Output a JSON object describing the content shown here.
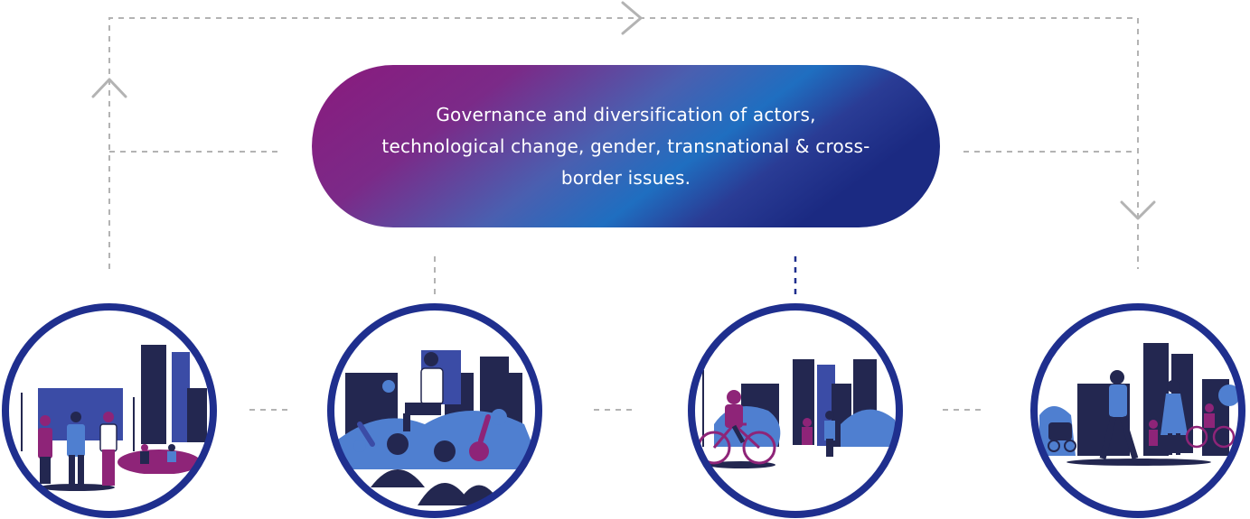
{
  "central_theme": {
    "text": "Governance and diversification of actors, technological change, gender, transnational & cross-border issues."
  },
  "colors": {
    "connector": "#b3b3b3",
    "circle_border": "#1f2f8e",
    "navy": "#232750",
    "blue": "#3b4ca6",
    "light_blue": "#4f7fd0",
    "magenta": "#8e2478",
    "pill_gradient": [
      "#8a1a7d",
      "#2a3c95",
      "#1b2a82"
    ]
  },
  "illustrations": [
    {
      "name": "people-in-playground",
      "icon": "park-scene"
    },
    {
      "name": "crowd-cheering",
      "icon": "community-scene"
    },
    {
      "name": "cyclist-in-city",
      "icon": "bike-scene"
    },
    {
      "name": "family-walking",
      "icon": "street-scene"
    }
  ]
}
